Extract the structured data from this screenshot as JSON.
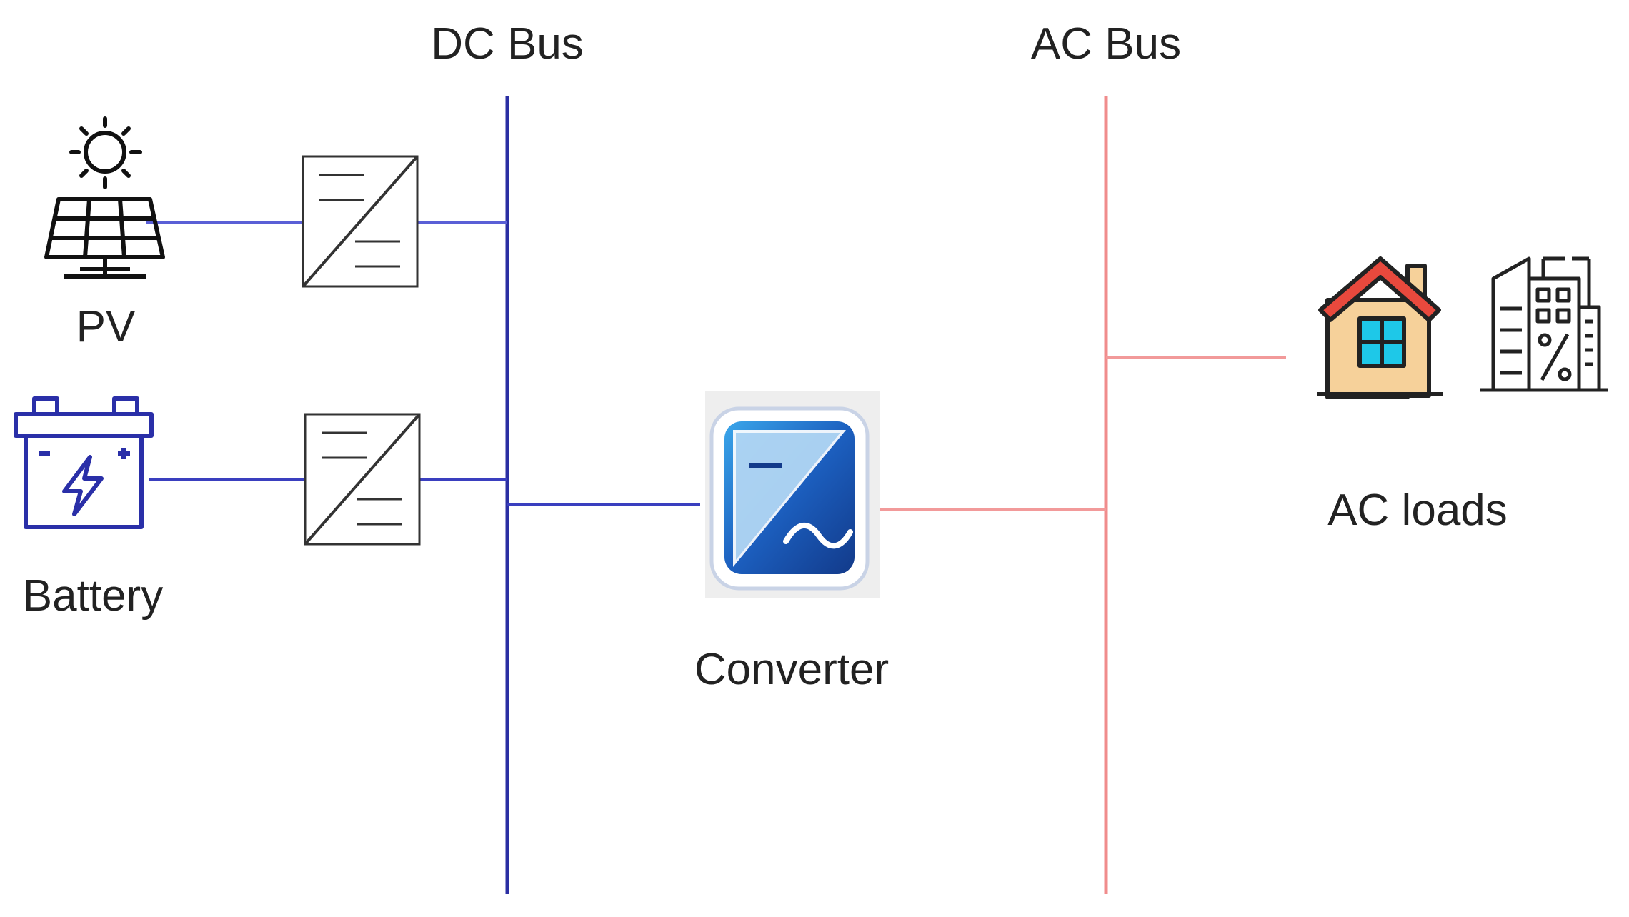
{
  "labels": {
    "dc_bus": "DC Bus",
    "ac_bus": "AC Bus",
    "pv": "PV",
    "battery": "Battery",
    "converter": "Converter",
    "ac_loads": "AC loads"
  },
  "icons": {
    "pv": "solar-panel-icon",
    "sun": "sun-icon",
    "battery": "battery-icon",
    "dcdc": "dc-dc-converter-icon",
    "inverter": "dc-ac-converter-icon",
    "house": "house-icon",
    "buildings": "office-buildings-icon"
  },
  "colors": {
    "dc_bus": "#2b2fa3",
    "dc_line": "#5a5fd6",
    "ac_bus": "#f08c8c",
    "ac_line": "#f29a9a",
    "converter_blue": "#1f58b8",
    "house_roof": "#e8493d",
    "house_wall": "#f6d19a",
    "house_window": "#1ec8e8"
  }
}
